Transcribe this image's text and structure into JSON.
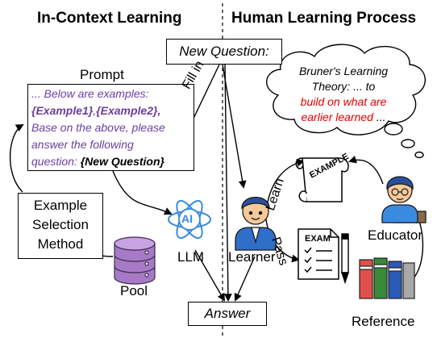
{
  "headings": {
    "left": "In-Context Learning",
    "right": "Human Learning Process"
  },
  "new_question": "New Question:",
  "answer": "Answer",
  "prompt": {
    "title": "Prompt",
    "line1": "... Below are examples:",
    "example1": "{Example1}",
    "comma": ",",
    "example2": "{Example2},",
    "line3": "Base on the above, please",
    "line4": "answer the following",
    "line5_prefix": "question: ",
    "new_question_token": "{New Question}"
  },
  "selection_method": {
    "line1": "Example",
    "line2": "Selection",
    "line3": "Method"
  },
  "labels": {
    "pool": "Pool",
    "llm": "LLM",
    "learner": "Learner",
    "educator": "Educator",
    "reference": "Reference",
    "fill_in": "Fill in",
    "learn": "Learn",
    "pass": "Pass",
    "ai": "AI",
    "example_scroll": "EXAMPLE",
    "exam": "EXAM"
  },
  "thought": {
    "line1": "Bruner's Learning",
    "line2": "Theory: ... to",
    "line3_red": "build on what are",
    "line4_red": "earlier learned",
    "line4_suffix": " ..."
  },
  "colors": {
    "prompt_text": "#6a3fa0",
    "highlight_red": "#e00000",
    "ai_blue": "#3a8be0",
    "pool_purple": "#a77ac8"
  },
  "icons": [
    "ai-brain-icon",
    "database-pool-icon",
    "learner-avatar-icon",
    "educator-avatar-icon",
    "example-scroll-icon",
    "exam-paper-icon",
    "pencil-icon",
    "books-icon",
    "thought-cloud-icon"
  ]
}
